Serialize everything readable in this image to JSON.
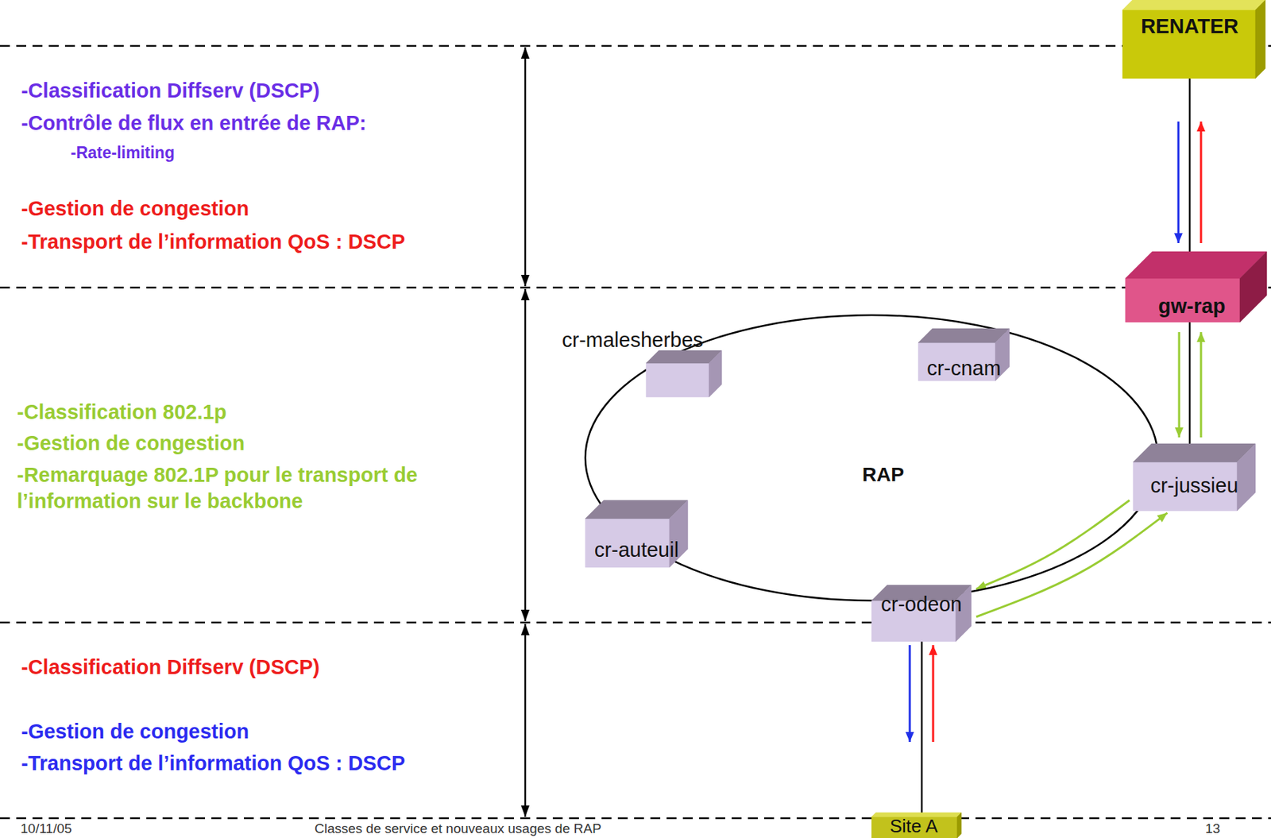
{
  "diagram": {
    "nodes": [
      {
        "text": [
          "RENATER"
        ]
      },
      {
        "text": [
          "gw-rap"
        ]
      },
      {
        "text": [
          "RAP"
        ]
      },
      {
        "text": [
          "cr-malesherbes"
        ]
      },
      {
        "text": [
          "cr-cnam"
        ]
      },
      {
        "text": [
          "cr-jussieu"
        ]
      },
      {
        "text": [
          "cr-auteuil"
        ]
      },
      {
        "text": [
          "cr-odeon"
        ]
      },
      {
        "text": [
          "Site A"
        ]
      }
    ],
    "edges": [
      {
        "from": 0,
        "to": 1,
        "arrow": "none"
      },
      {
        "from": 0,
        "to": 1,
        "arrow": "to"
      },
      {
        "from": 1,
        "to": 0,
        "arrow": "to"
      },
      {
        "from": 1,
        "to": 5,
        "arrow": "none"
      },
      {
        "from": 1,
        "to": 5,
        "arrow": "to"
      },
      {
        "from": 5,
        "to": 1,
        "arrow": "to"
      },
      {
        "from": 5,
        "to": 7,
        "arrow": "to"
      },
      {
        "from": 7,
        "to": 5,
        "arrow": "to"
      },
      {
        "from": 7,
        "to": 8,
        "arrow": "none"
      },
      {
        "from": 7,
        "to": 8,
        "arrow": "to"
      },
      {
        "from": 8,
        "to": 7,
        "arrow": "to"
      }
    ],
    "labels": [
      "-Classification Diffserv (DSCP)",
      "-Contrôle de flux en entrée de RAP:",
      "-Rate-limiting",
      "-Gestion de congestion",
      "-Transport de l’information QoS : DSCP",
      "-Classification 802.1p",
      "-Gestion de congestion",
      "-Remarquage 802.1P pour le transport de l’information sur le backbone",
      "-Classification Diffserv (DSCP)",
      "-Gestion de congestion",
      "-Transport de l’information QoS : DSCP",
      "10/11/05",
      "Classes de service et nouveaux usages de RAP",
      "13"
    ]
  }
}
